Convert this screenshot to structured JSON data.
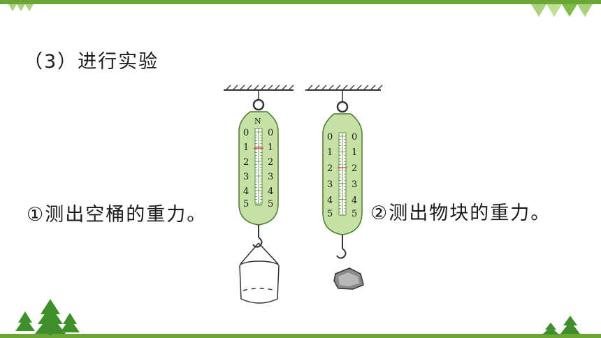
{
  "slide": {
    "heading": "（3）进行实验",
    "step1_caption": "①测出空桶的重力。",
    "step2_caption": "②测出物块的重力。"
  },
  "scale1": {
    "unit": "N",
    "left_ticks": [
      "0",
      "1",
      "2",
      "3",
      "4",
      "5"
    ],
    "right_ticks": [
      "0",
      "1",
      "2",
      "3",
      "4",
      "5"
    ],
    "reading_newtons": 1.1
  },
  "scale2": {
    "left_ticks": [
      "0",
      "1",
      "2",
      "3",
      "4",
      "5"
    ],
    "right_ticks": [
      "0",
      "1",
      "2",
      "3",
      "4",
      "5"
    ],
    "reading_newtons": 2.0
  },
  "colors": {
    "accent_green": "#6aa535",
    "scale_body": "#c5e2a4",
    "scale_outline": "#4a7a2e",
    "reading_mark": "#e0433b",
    "tree_green": "#3f8f2a"
  }
}
